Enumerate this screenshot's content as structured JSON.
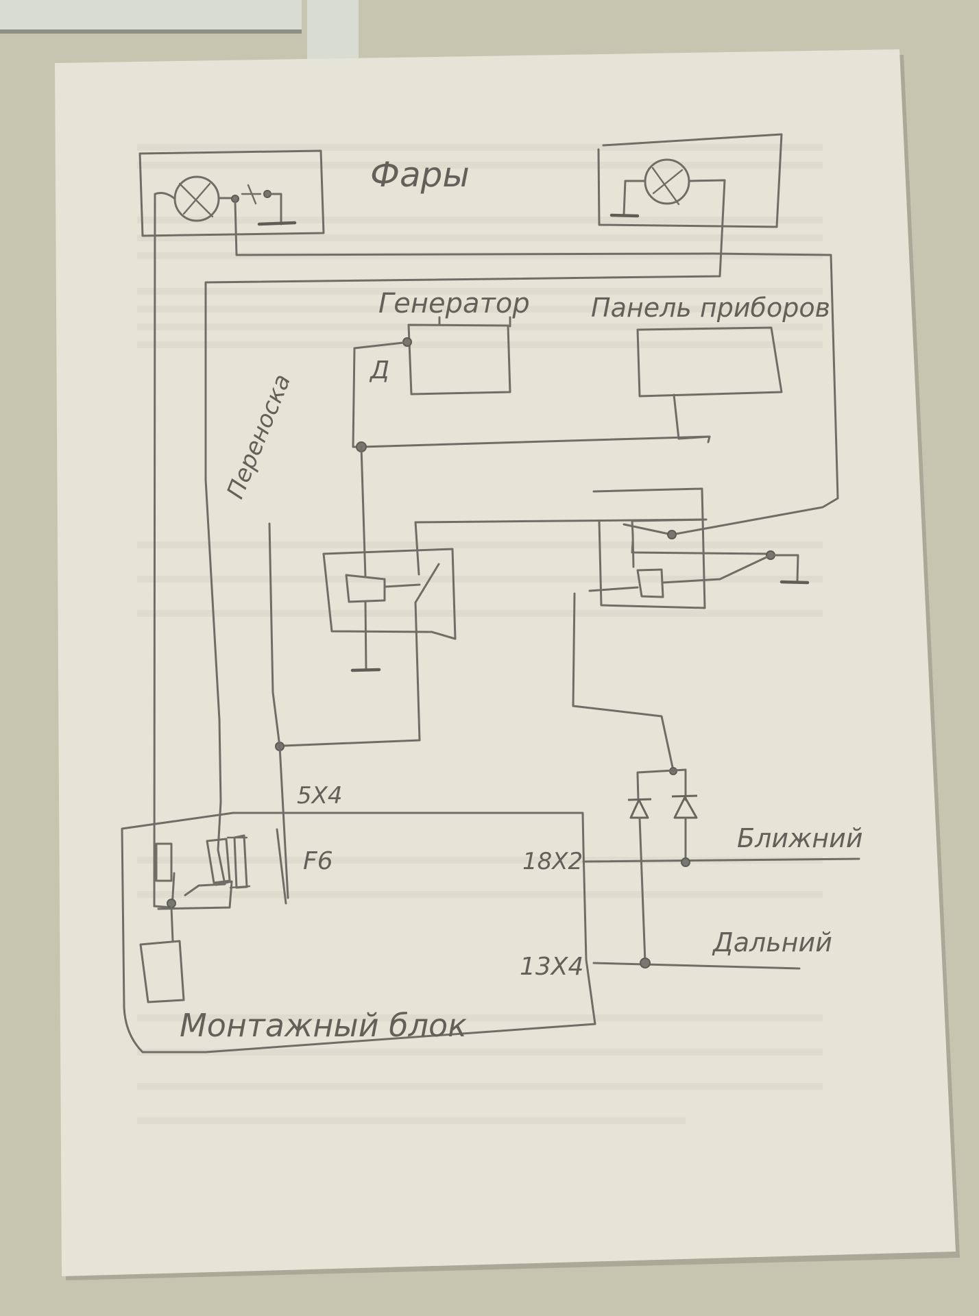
{
  "diagram": {
    "title": "Схема подключения фар",
    "components": {
      "headlights": {
        "label": "Фары"
      },
      "generator": {
        "label": "Генератор",
        "terminal": "Д"
      },
      "instrument_panel": {
        "label": "Панель приборов"
      },
      "extension": {
        "label": "Переноска"
      },
      "fuse_box": {
        "label": "Монтажный блок",
        "fuse_label": "F6"
      },
      "connectors": {
        "c5x4": "5X4",
        "c18x2": "18X2",
        "c13x4": "13X4"
      },
      "low_beam": {
        "label": "Ближний"
      },
      "high_beam": {
        "label": "Дальний"
      }
    },
    "colors": {
      "pencil": "#6e6e66",
      "paper": "#e5e4d6",
      "desk": "#c6c6b0"
    }
  }
}
